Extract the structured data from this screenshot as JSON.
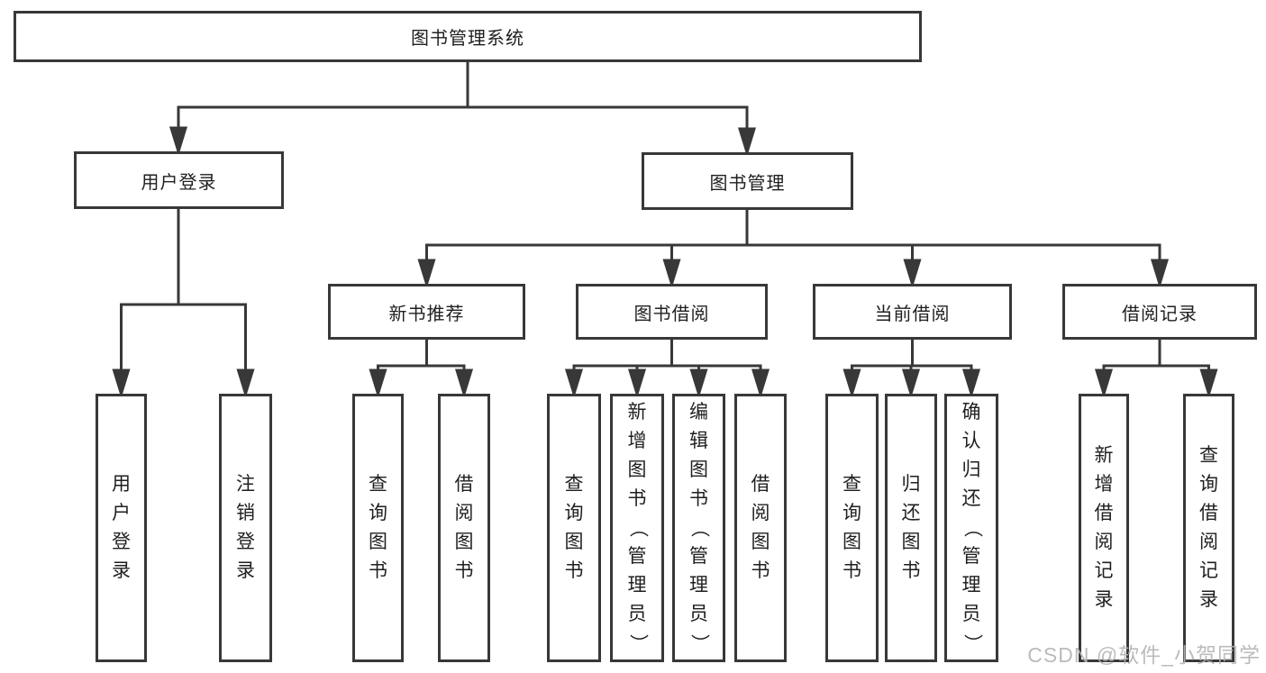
{
  "diagram": {
    "root": {
      "label": "图书管理系统"
    },
    "level2": [
      {
        "label": "用户登录"
      },
      {
        "label": "图书管理"
      }
    ],
    "level3": [
      {
        "label": "新书推荐"
      },
      {
        "label": "图书借阅"
      },
      {
        "label": "当前借阅"
      },
      {
        "label": "借阅记录"
      }
    ],
    "leaves": {
      "user_login": [
        "用户登录",
        "注销登录"
      ],
      "new_book_recommend": [
        "查询图书",
        "借阅图书"
      ],
      "book_borrow": [
        "查询图书",
        "新增图书（管理员）",
        "编辑图书（管理员）",
        "借阅图书"
      ],
      "current_borrow": [
        "查询图书",
        "归还图书",
        "确认归还（管理员）"
      ],
      "borrow_records": [
        "新增借阅记录",
        "查询借阅记录"
      ]
    }
  },
  "watermark": {
    "text": "CSDN @软件_小贺同学"
  },
  "colors": {
    "line": "#383838",
    "text": "#1f1f1f",
    "box_fill": "#ffffff",
    "watermark": "#b4b4b4",
    "background": "#ffffff"
  }
}
